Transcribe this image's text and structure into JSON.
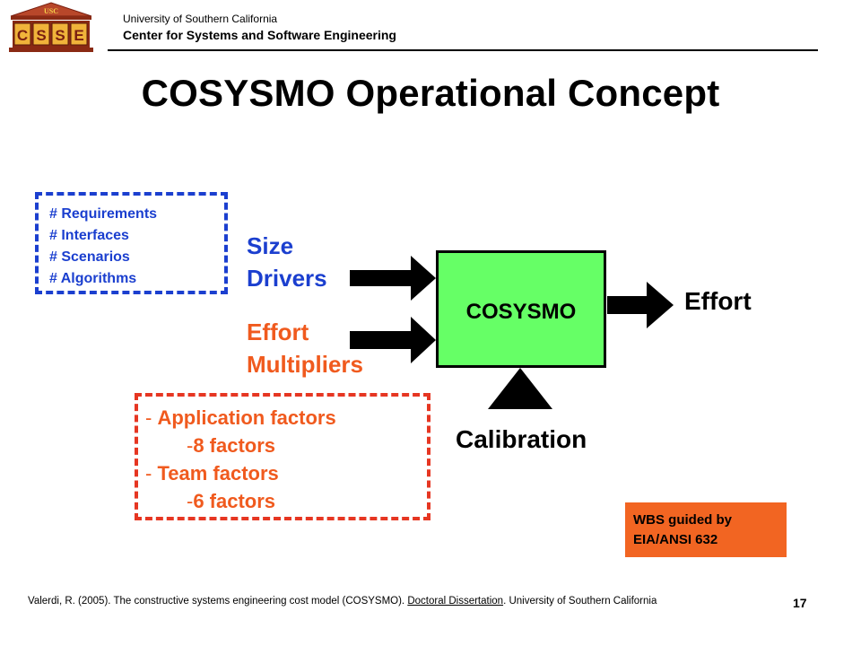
{
  "header": {
    "logo_top": "USC",
    "logo_letters": [
      "C",
      "S",
      "S",
      "E"
    ],
    "org_line1": "University of Southern California",
    "org_line2": "Center for Systems and Software Engineering"
  },
  "title": "COSYSMO Operational Concept",
  "size_drivers": {
    "items": [
      "# Requirements",
      "# Interfaces",
      "# Scenarios",
      "# Algorithms"
    ],
    "label_line1": "Size",
    "label_line2": "Drivers"
  },
  "effort_multipliers": {
    "label_line1": "Effort",
    "label_line2": "Multipliers",
    "factors": [
      {
        "dash": "- ",
        "text": "Application factors"
      },
      {
        "dash": "-",
        "text": "8 factors"
      },
      {
        "dash": "- ",
        "text": "Team factors"
      },
      {
        "dash": "-",
        "text": "6 factors"
      }
    ]
  },
  "model": {
    "label": "COSYSMO"
  },
  "output": {
    "label": "Effort"
  },
  "calibration": {
    "label": "Calibration"
  },
  "wbs_note": {
    "line1": "WBS guided by",
    "line2": "EIA/ANSI 632"
  },
  "footer": {
    "citation_pre": "Valerdi, R. (2005).  The constructive systems engineering cost model (COSYSMO). ",
    "citation_link": "Doctoral Dissertation",
    "citation_post": ". University of Southern California",
    "page_number": "17"
  },
  "colors": {
    "blue": "#1b3fcf",
    "orange": "#f05a1e",
    "red_dash": "#e63622",
    "model_green": "#66ff66",
    "wbs_orange": "#f26522"
  }
}
